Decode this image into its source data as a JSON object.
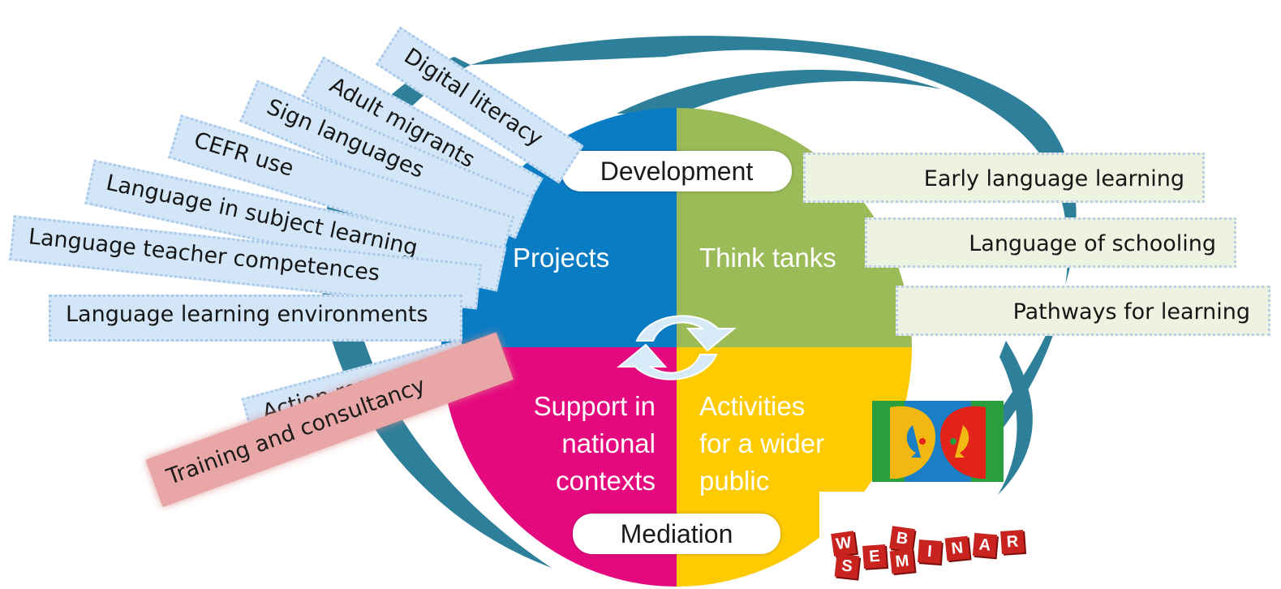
{
  "diagram": {
    "center_labels": {
      "top": "Development",
      "bottom": "Mediation"
    },
    "quadrants": {
      "top_left": {
        "label": "Projects",
        "color": "#0a7cc3"
      },
      "top_right": {
        "label": "Think tanks",
        "color": "#9bbb59"
      },
      "bottom_left": {
        "lines": [
          "Support in",
          "national",
          "contexts"
        ],
        "color": "#e5097f"
      },
      "bottom_right": {
        "lines": [
          "Activities",
          "for a wider",
          "public"
        ],
        "color": "#fecb00"
      }
    },
    "left_tags": [
      "Digital literacy",
      "Adult migrants",
      "Sign languages",
      "CEFR use",
      "Language in subject learning",
      "Language teacher competences",
      "Language learning environments",
      "Action research"
    ],
    "right_tags": [
      "Early language learning",
      "Language of schooling",
      "Pathways for learning"
    ],
    "training_tag": "Training and consultancy",
    "webinar_letters": [
      "W",
      "S",
      "E",
      "B",
      "M",
      "I",
      "N",
      "A",
      "R"
    ],
    "colors": {
      "ring": "#2e7f9a",
      "left_tag_fill": "#d3e6f8",
      "right_tag_fill": "#eef2e0",
      "training_fill": "#e8a6a6",
      "webinar_red": "#c8231e"
    }
  }
}
